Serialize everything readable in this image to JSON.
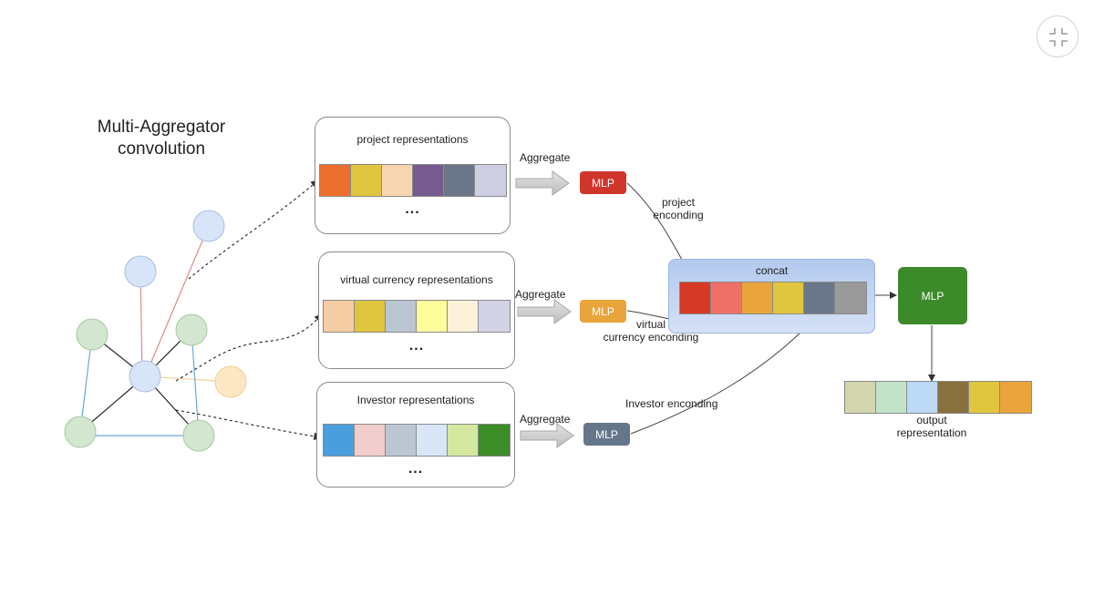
{
  "title": {
    "line1": "Multi-Aggregator",
    "line2": "convolution"
  },
  "panels": {
    "project": {
      "title": "project representations",
      "dots": "...",
      "colors": [
        "#ec6f2d",
        "#e0c53f",
        "#f6d6b1",
        "#765c8e",
        "#6b7788",
        "#cfcfe4"
      ]
    },
    "currency": {
      "title": "virtual currency representations",
      "dots": "...",
      "colors": [
        "#f5cda4",
        "#e0c53f",
        "#bcc6d3",
        "#fdfd9c",
        "#fdf1d9",
        "#d3d3e8"
      ]
    },
    "investor": {
      "title": "Investor  representations",
      "dots": "...",
      "colors": [
        "#4a9ede",
        "#f1cdcd",
        "#bcc6d3",
        "#d8e6f8",
        "#d4e99f",
        "#3c8c28"
      ]
    }
  },
  "aggregate": {
    "label1": "Aggregate",
    "label2": "Aggregate",
    "label3": "Aggregate"
  },
  "mlp": {
    "project": {
      "label": "MLP",
      "color": "#d0352b"
    },
    "currency": {
      "label": "MLP",
      "color": "#e9a43c"
    },
    "investor": {
      "label": "MLP",
      "color": "#66768a"
    },
    "final": {
      "label": "MLP",
      "color": "#3d8a2a"
    }
  },
  "encodings": {
    "project": {
      "line1": "project",
      "line2": "enconding"
    },
    "currency": {
      "line1": "virtual",
      "line2": "currency enconding"
    },
    "investor": {
      "line1": "Investor enconding"
    }
  },
  "concat": {
    "label": "concat",
    "colors": [
      "#d63a26",
      "#ef7067",
      "#e9a43c",
      "#e0c53f",
      "#6b7788",
      "#9a9a9a"
    ]
  },
  "output": {
    "line1": "output",
    "line2": "representation",
    "colors": [
      "#d4d7ad",
      "#c2e3c8",
      "#bcd9f6",
      "#88703f",
      "#e0c53f",
      "#e9a43c"
    ]
  },
  "graph": {
    "center_color": "#d8e4f7",
    "blue_node_color": "#d8e4f7",
    "green_node_color": "#d3e6cf",
    "orange_node_color": "#fbe7c4"
  },
  "exit_fullscreen_icon": "minimize-icon"
}
